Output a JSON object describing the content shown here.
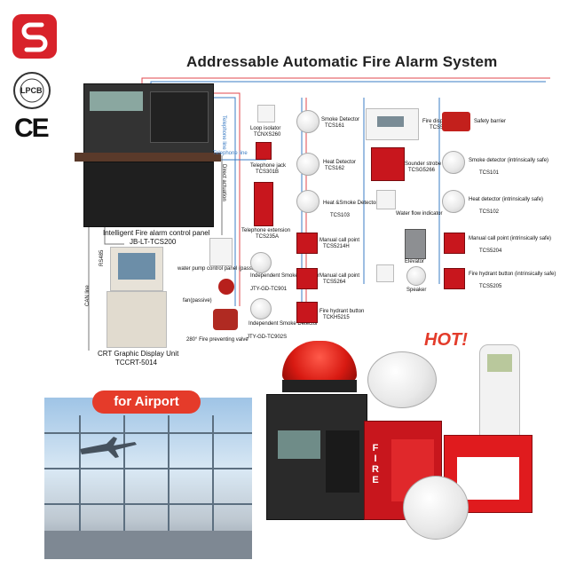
{
  "title": "Addressable Automatic Fire Alarm System",
  "certs": {
    "lpcb": "LPCB",
    "ce": "CE"
  },
  "labels": {
    "control_panel": "Intelligent Fire alarm control panel",
    "control_panel_model": "JB-LT-TCS200",
    "crt_title": "CRT Graphic Display Unit",
    "crt_model": "TCCRT-5014",
    "rs485": "RS485",
    "can_line": "CAN line",
    "telephone_line": "Telephone line",
    "direct_actuation": "Direct actuation",
    "loop_isolator": "Loop isolator",
    "loop_isolator_model": "TCNXS260",
    "telephone_jack": "Telephone jack",
    "telephone_jack_model": "TCS301B",
    "telephone_extension": "Telephone extension",
    "telephone_extension_model": "TCS235A",
    "water_pump": "water pump control panel (passive)",
    "fan": "fan(passive)",
    "fire_valve": "280° Fire preventing valve",
    "independent_smoke1": "Independent Smoke Detector",
    "independent_smoke1_model": "JTY-GD-TC901",
    "independent_smoke2": "Independent Smoke Detector",
    "independent_smoke2_model": "JTY-GD-TC902S",
    "smoke_detector": "Smoke Detector",
    "smoke_detector_model": "TCS161",
    "heat_detector": "Heat Detector",
    "heat_detector_model": "TCS162",
    "heat_smoke": "Heat &Smoke Detector",
    "heat_smoke_model": "TCS103",
    "manual_call_point": "Manual call point",
    "manual_call_point_model": "TCS5214H",
    "manual_call_point2": "Manual call point",
    "manual_call_point2_model": "TCS5264",
    "hydrant_button": "Fire hydrant button",
    "hydrant_button_model": "TCKH5215",
    "display_panel": "Fire display panel",
    "display_panel_model": "TCS5089",
    "sounder_strobe": "Sounder strobe",
    "sounder_strobe_model": "TCSG5266",
    "water_flow": "Water flow indicator",
    "elevator": "Elevator",
    "speaker": "Speaker",
    "safety_barrier": "Safety barrier",
    "smoke_is": "Smoke detector (intrinsically safe)",
    "smoke_is_model": "TCS101",
    "heat_is": "Heat detector (intrinsically safe)",
    "heat_is_model": "TCS102",
    "mcp_is": "Manual call point (intrinsically safe)",
    "mcp_is_model": "TCS5204",
    "hydrant_is": "Fire hydrant button (intrinsically safe)",
    "hydrant_is_model": "TCS5205",
    "fire_word": "FIRE"
  },
  "promo": {
    "airport": "for Airport",
    "hot": "HOT!"
  },
  "colors": {
    "brand_red": "#d8222a",
    "badge_red": "#e53b2a"
  }
}
